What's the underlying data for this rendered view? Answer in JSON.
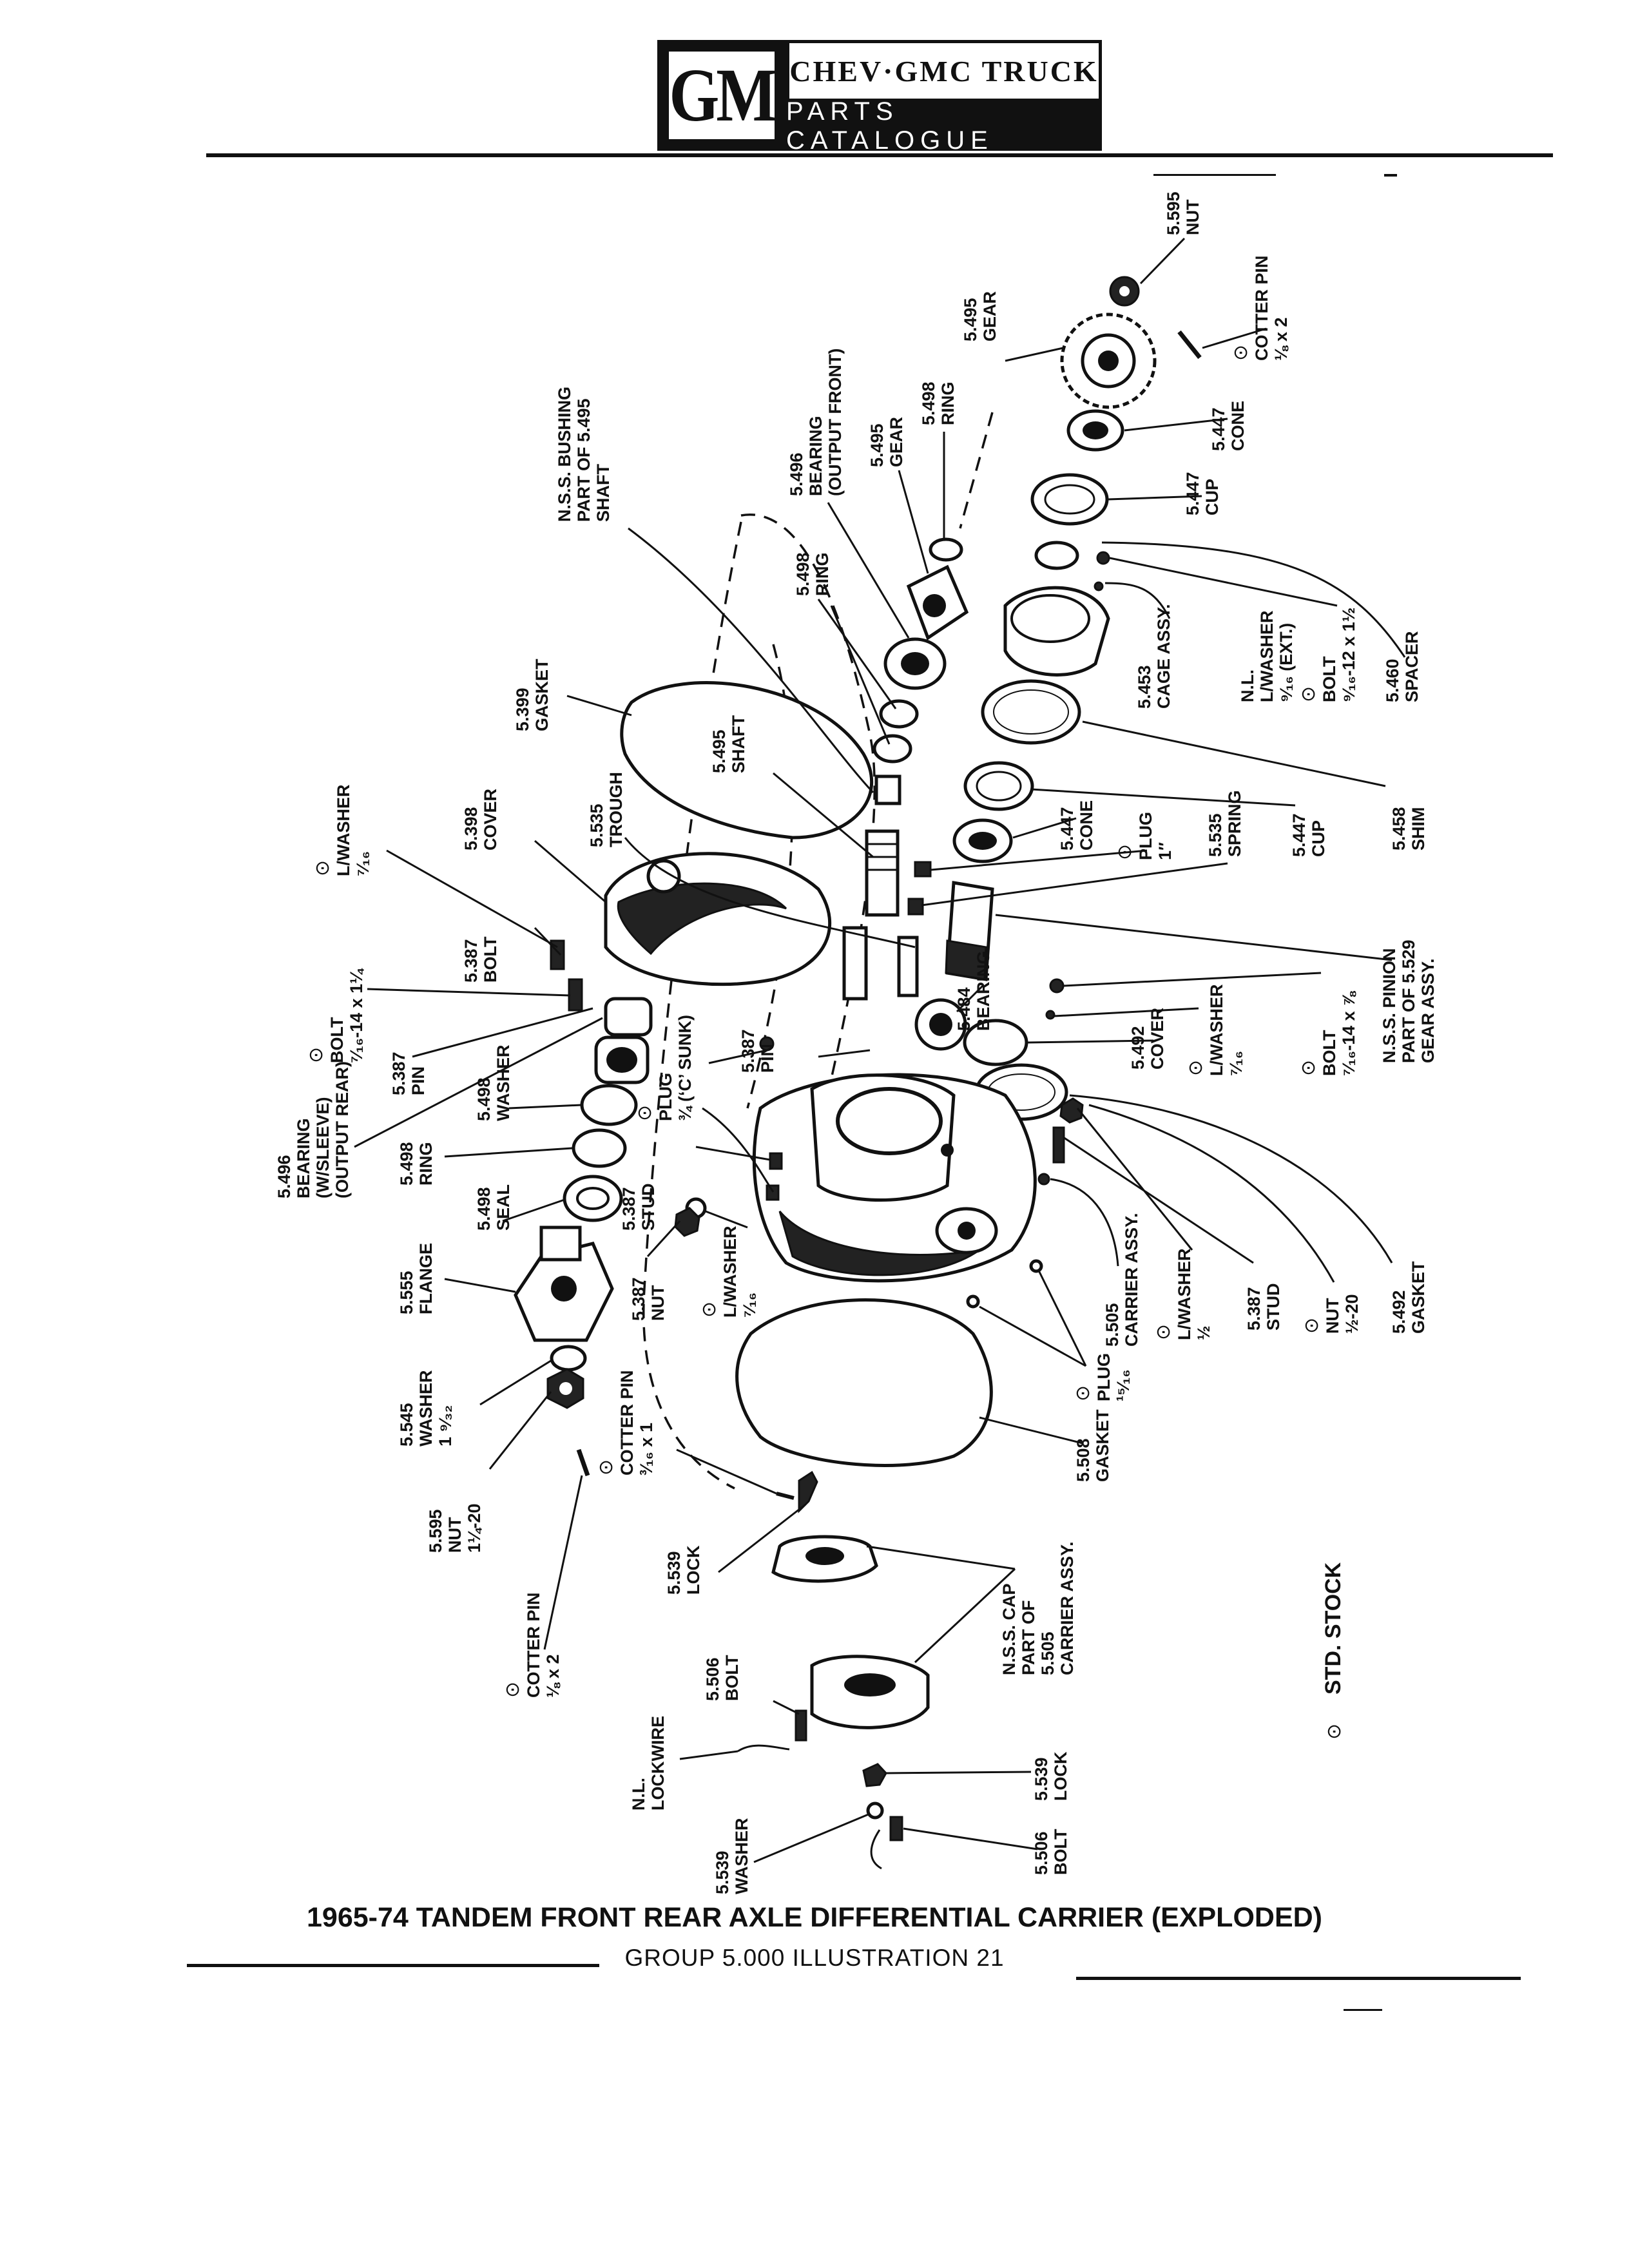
{
  "header": {
    "logo": "GM",
    "brand": "CHEV·GMC TRUCK",
    "catalogue": "PARTS CATALOGUE"
  },
  "callouts": [
    {
      "lines": [
        "5.595",
        "NUT"
      ]
    },
    {
      "lines": [
        "5.495",
        "GEAR"
      ]
    },
    {
      "lines": [
        "⊙",
        "COTTER PIN",
        "⅛ x 2"
      ]
    },
    {
      "lines": [
        "5.447",
        "CONE"
      ]
    },
    {
      "lines": [
        "5.498",
        "RING"
      ]
    },
    {
      "lines": [
        "5.496",
        "BEARING",
        "(OUTPUT FRONT)"
      ]
    },
    {
      "lines": [
        "5.495",
        "GEAR"
      ]
    },
    {
      "lines": [
        "N.S.S. BUSHING",
        "PART OF 5.495",
        "SHAFT"
      ]
    },
    {
      "lines": [
        "5.447",
        "CUP"
      ]
    },
    {
      "lines": [
        "5.498",
        "RING"
      ]
    },
    {
      "lines": [
        "5.453",
        "CAGE ASSY."
      ]
    },
    {
      "lines": [
        "N.L.",
        "L/WASHER",
        "⁹⁄₁₆ (EXT.)"
      ]
    },
    {
      "lines": [
        "⊙",
        "BOLT",
        "⁹⁄₁₆-12 x 1½"
      ]
    },
    {
      "lines": [
        "5.460",
        "SPACER"
      ]
    },
    {
      "lines": [
        "5.399",
        "GASKET"
      ]
    },
    {
      "lines": [
        "5.495",
        "SHAFT"
      ]
    },
    {
      "lines": [
        "5.458",
        "SHIM"
      ]
    },
    {
      "lines": [
        "⊙",
        "L/WASHER",
        "⁷⁄₁₆"
      ]
    },
    {
      "lines": [
        "5.398",
        "COVER"
      ]
    },
    {
      "lines": [
        "5.535",
        "TROUGH"
      ]
    },
    {
      "lines": [
        "5.447",
        "CONE"
      ]
    },
    {
      "lines": [
        "⊙",
        "PLUG",
        "1″"
      ]
    },
    {
      "lines": [
        "5.535",
        "SPRING"
      ]
    },
    {
      "lines": [
        "5.447",
        "CUP"
      ]
    },
    {
      "lines": [
        "5.387",
        "BOLT"
      ]
    },
    {
      "lines": [
        "⊙",
        "BOLT",
        "⁷⁄₁₆-14 x 1¼"
      ]
    },
    {
      "lines": [
        "N.S.S. PINION",
        "PART OF 5.529",
        "GEAR ASSY."
      ]
    },
    {
      "lines": [
        "5.484",
        "BEARING"
      ]
    },
    {
      "lines": [
        "5.387",
        "PIN"
      ]
    },
    {
      "lines": [
        "5.387",
        "PIN"
      ]
    },
    {
      "lines": [
        "5.492",
        "COVER"
      ]
    },
    {
      "lines": [
        "⊙",
        "L/WASHER",
        "⁷⁄₁₆"
      ]
    },
    {
      "lines": [
        "⊙",
        "BOLT",
        "⁷⁄₁₆-14 x ⅞"
      ]
    },
    {
      "lines": [
        "5.496",
        "BEARING",
        "(W/SLEEVE)",
        "(OUTPUT REAR)"
      ]
    },
    {
      "lines": [
        "5.498",
        "WASHER"
      ]
    },
    {
      "lines": [
        "⊙",
        "PLUG",
        "¾ (‘C’ SUNK)"
      ]
    },
    {
      "lines": [
        "5.498",
        "RING"
      ]
    },
    {
      "lines": [
        "5.387",
        "STUD"
      ]
    },
    {
      "lines": [
        "5.498",
        "SEAL"
      ]
    },
    {
      "lines": [
        "5.555",
        "FLANGE"
      ]
    },
    {
      "lines": [
        "5.387",
        "NUT"
      ]
    },
    {
      "lines": [
        "⊙",
        "L/WASHER",
        "⁷⁄₁₆"
      ]
    },
    {
      "lines": [
        "5.505",
        "CARRIER ASSY."
      ]
    },
    {
      "lines": [
        "⊙",
        "L/WASHER",
        "½"
      ]
    },
    {
      "lines": [
        "5.387",
        "STUD"
      ]
    },
    {
      "lines": [
        "⊙",
        "NUT",
        "½-20"
      ]
    },
    {
      "lines": [
        "5.492",
        "GASKET"
      ]
    },
    {
      "lines": [
        "5.545",
        "WASHER",
        "1 ⁹⁄₃₂"
      ]
    },
    {
      "lines": [
        "⊙",
        "COTTER PIN",
        "³⁄₁₆ x 1"
      ]
    },
    {
      "lines": [
        "⊙",
        "PLUG",
        "¹⁵⁄₁₆"
      ]
    },
    {
      "lines": [
        "5.508",
        "GASKET"
      ]
    },
    {
      "lines": [
        "5.595",
        "NUT",
        "1¼-20"
      ]
    },
    {
      "lines": [
        "5.539",
        "LOCK"
      ]
    },
    {
      "lines": [
        "⊙",
        "COTTER PIN",
        "⅛ x 2"
      ]
    },
    {
      "lines": [
        "N.S.S. CAP",
        "PART OF",
        "5.505",
        "CARRIER ASSY."
      ]
    },
    {
      "lines": [
        "5.506",
        "BOLT"
      ]
    },
    {
      "lines": [
        "N.L.",
        "LOCKWIRE"
      ]
    },
    {
      "lines": [
        "5.539",
        "LOCK"
      ]
    },
    {
      "lines": [
        "5.539",
        "WASHER"
      ]
    },
    {
      "lines": [
        "5.506",
        "BOLT"
      ]
    }
  ],
  "legend": {
    "symbol": "⊙",
    "text": "STD. STOCK"
  },
  "footer": {
    "title": "1965-74 TANDEM FRONT REAR AXLE DIFFERENTIAL CARRIER (EXPLODED)",
    "subtitle": "GROUP 5.000 ILLUSTRATION 21"
  }
}
